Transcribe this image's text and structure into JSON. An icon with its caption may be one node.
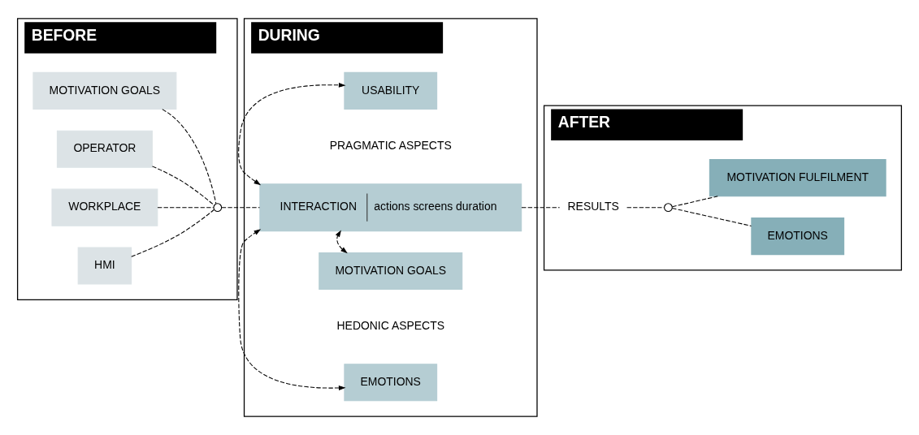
{
  "diagram": {
    "nodes": [
      {
        "text": [
          "BEFORE"
        ]
      },
      {
        "text": [
          "MOTIVATION GOALS"
        ],
        "in": 0
      },
      {
        "text": [
          "OPERATOR"
        ],
        "in": 0
      },
      {
        "text": [
          "WORKPLACE"
        ],
        "in": 0
      },
      {
        "text": [
          "HMI"
        ],
        "in": 0
      },
      {
        "text": [],
        "shape": "circle",
        "in": 0
      },
      {
        "text": [
          "DURING"
        ]
      },
      {
        "text": [
          "EMOTIONS"
        ],
        "in": 6
      },
      {
        "text": [
          "MOTIVATION GOALS"
        ],
        "in": 6
      },
      {
        "text": [
          "INTERACTION",
          "actions screens duration"
        ],
        "in": 6
      },
      {
        "text": [
          "USABILITY"
        ],
        "in": 6
      },
      {
        "text": [
          "AFTER"
        ]
      },
      {
        "text": [
          "RESULTS"
        ],
        "in": 11
      },
      {
        "text": [],
        "shape": "circle",
        "in": 11
      },
      {
        "text": [
          "EMOTIONS"
        ],
        "in": 11
      },
      {
        "text": [
          "MOTIVATION FULFILMENT"
        ],
        "in": 11
      }
    ],
    "edges": [
      {
        "from": 1,
        "to": 5,
        "arrow": "none",
        "style": "dashed"
      },
      {
        "from": 2,
        "to": 5,
        "arrow": "none",
        "style": "dashed"
      },
      {
        "from": 3,
        "to": 5,
        "arrow": "none",
        "style": "dashed"
      },
      {
        "from": 4,
        "to": 5,
        "arrow": "none",
        "style": "dashed"
      },
      {
        "from": 5,
        "to": 9,
        "arrow": "none",
        "style": "dashed"
      },
      {
        "from": 7,
        "to": 9,
        "arrow": "both",
        "style": "dashed"
      },
      {
        "from": 8,
        "to": 9,
        "arrow": "both",
        "style": "dashed"
      },
      {
        "from": 9,
        "to": 10,
        "arrow": "both",
        "style": "dashed"
      },
      {
        "from": 9,
        "to": 12,
        "arrow": "none",
        "style": "dashed"
      },
      {
        "from": 12,
        "to": 13,
        "arrow": "none",
        "style": "dashed"
      },
      {
        "from": 13,
        "to": 14,
        "arrow": "none",
        "style": "dashed"
      },
      {
        "from": 13,
        "to": 15,
        "arrow": "none",
        "style": "dashed"
      }
    ],
    "labels": [
      "HEDONIC ASPECTS",
      "PRAGMATIC ASPECTS"
    ]
  }
}
